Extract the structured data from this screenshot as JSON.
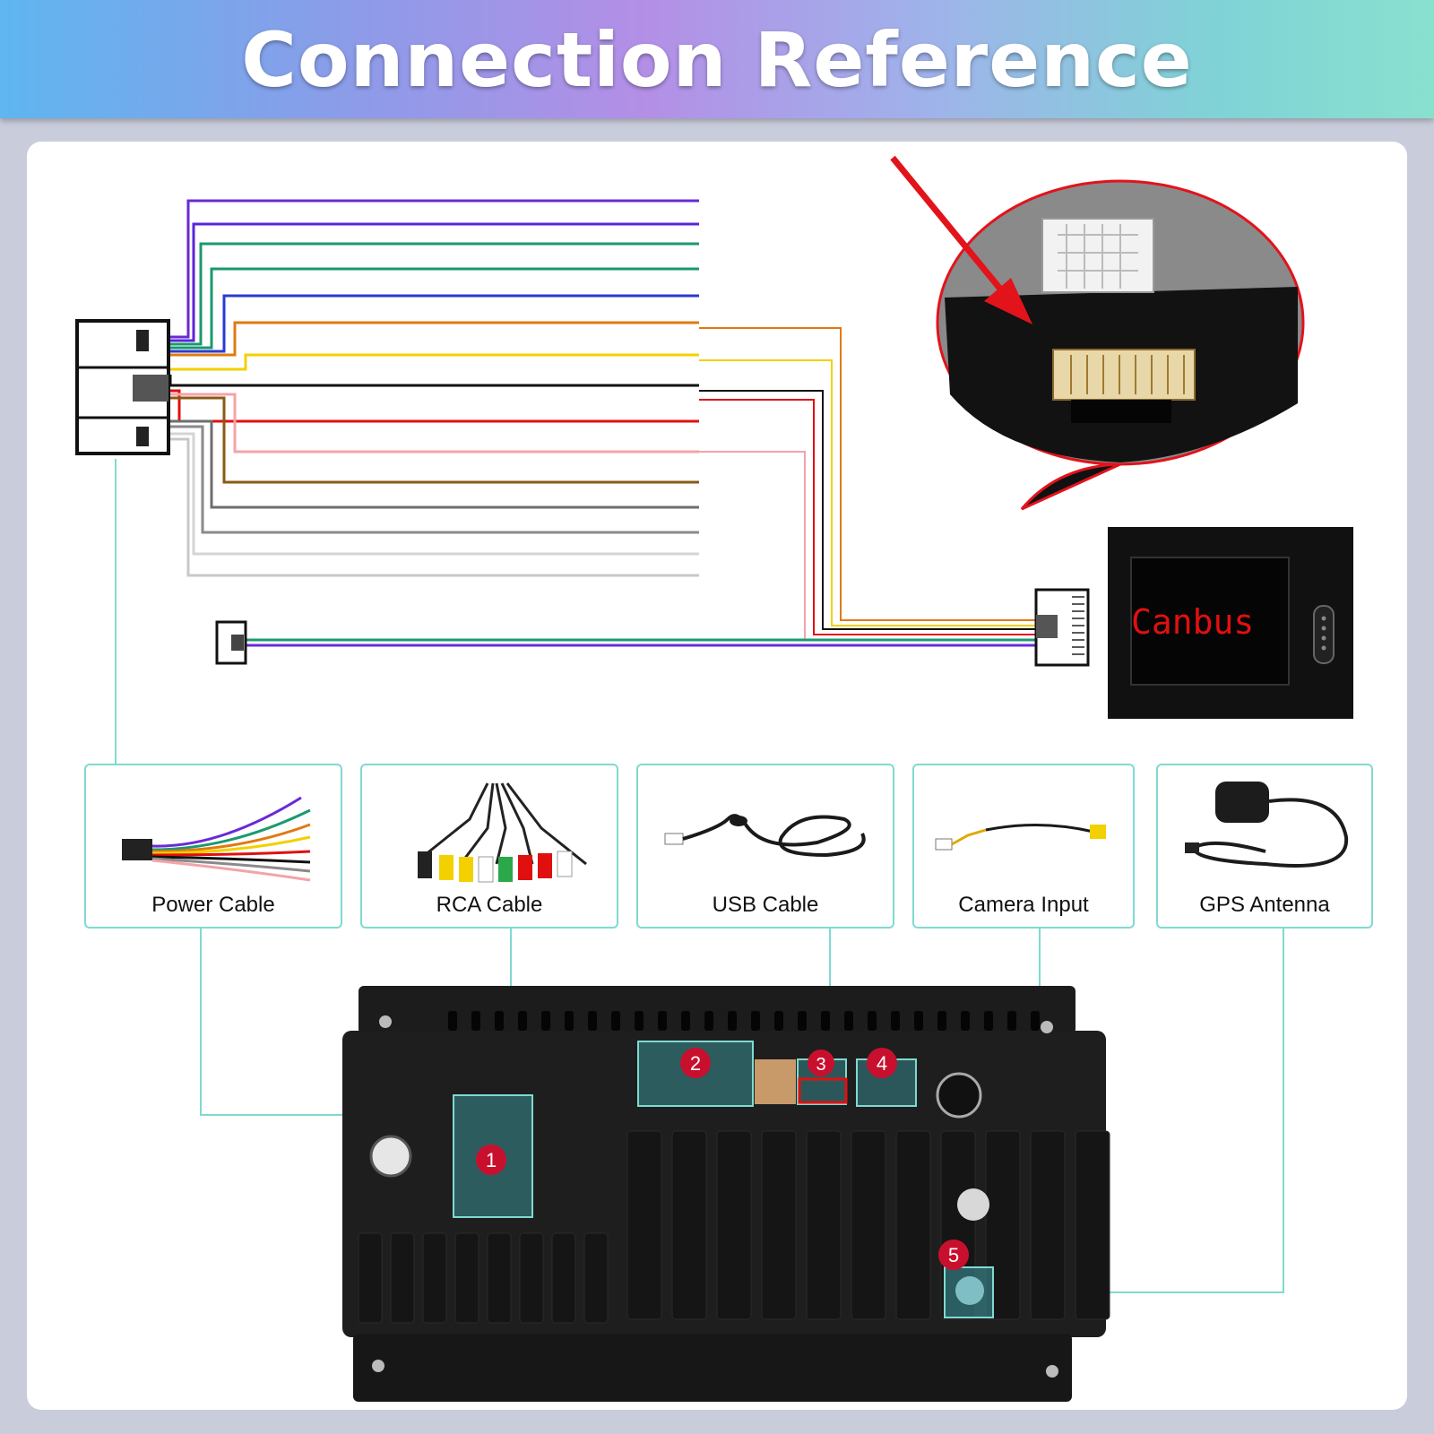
{
  "title": "Connection Reference",
  "canbus": {
    "label": "Canbus"
  },
  "cards": [
    {
      "label": "Power Cable"
    },
    {
      "label": "RCA Cable"
    },
    {
      "label": "USB Cable"
    },
    {
      "label": "Camera Input"
    },
    {
      "label": "GPS Antenna"
    }
  ],
  "ports": [
    "1",
    "2",
    "3",
    "4",
    "5"
  ],
  "colors": {
    "accent_teal": "#7fdad0",
    "badge_red": "#c8102e",
    "canbus_red": "#e01010",
    "arrow_red": "#e3131b"
  },
  "wire_colors": [
    "#6a2ad6",
    "#5b24d8",
    "#1a9a70",
    "#17996f",
    "#2a3ad0",
    "#e07a10",
    "#f3d000",
    "#111111",
    "#e01010",
    "#f4a3a8",
    "#8a5a14",
    "#6e6e6e",
    "#8a8a8a",
    "#d4d4d4",
    "#c8c8c8"
  ]
}
